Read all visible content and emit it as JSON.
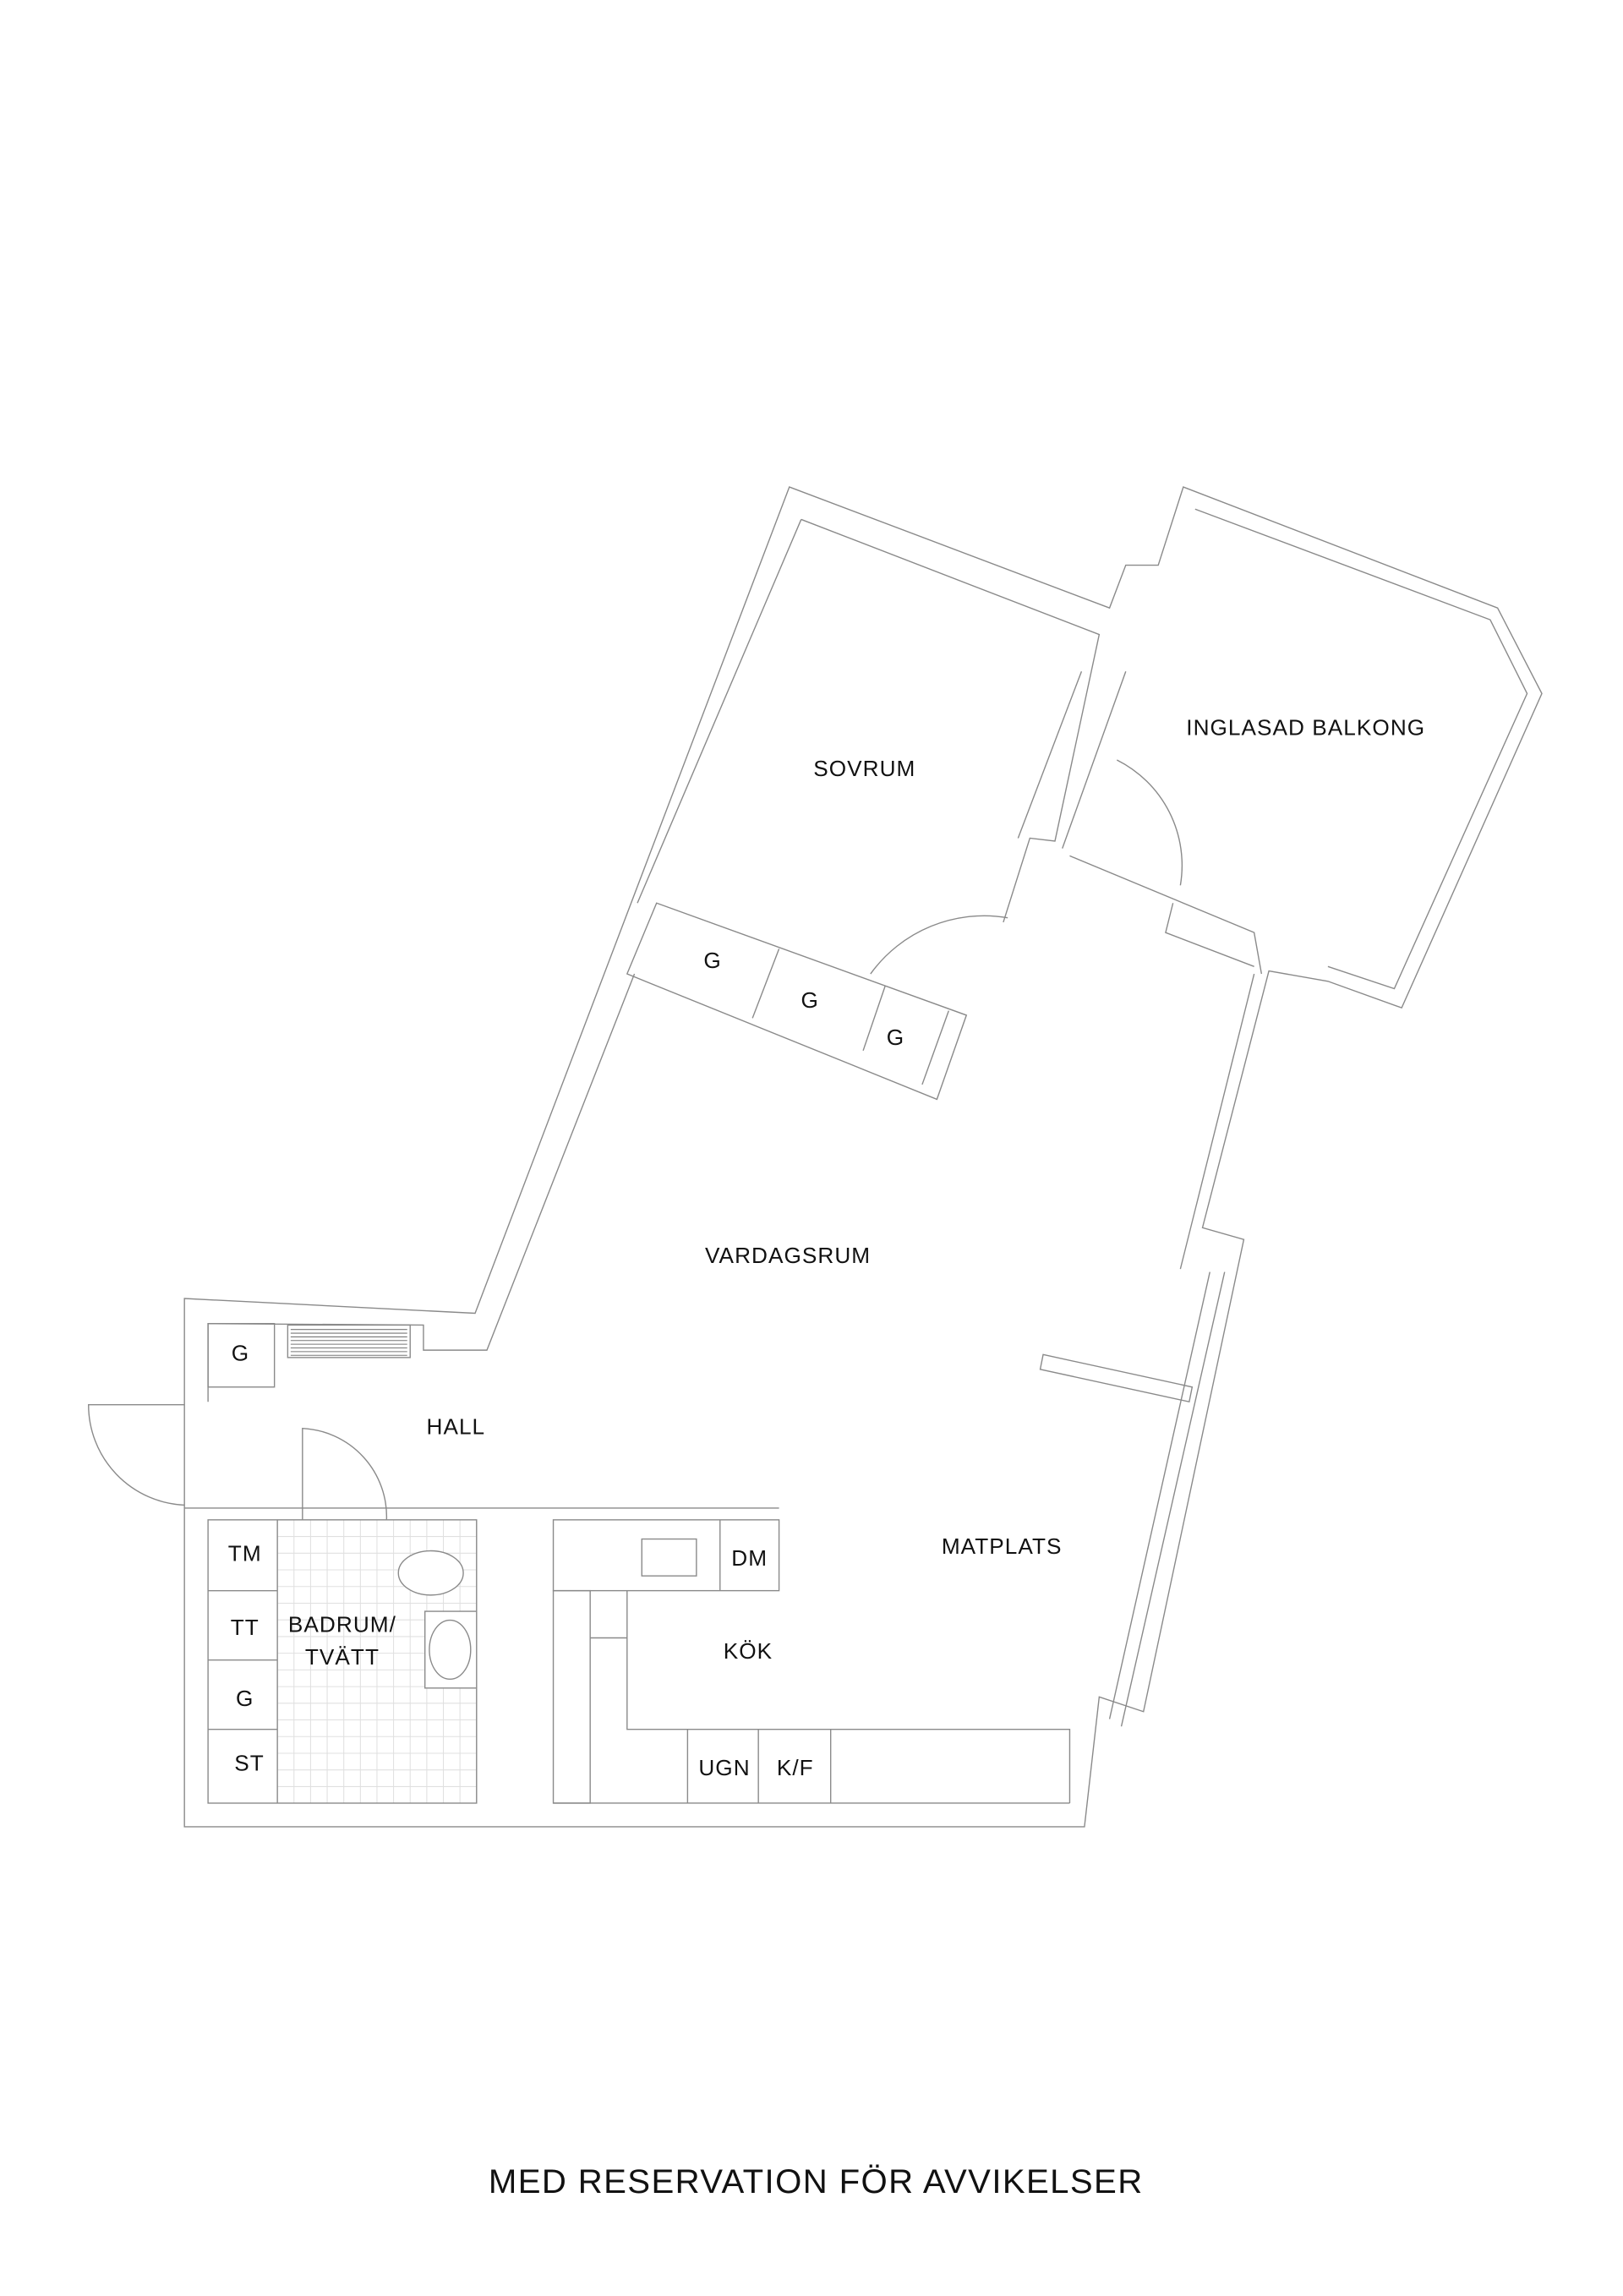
{
  "rooms": {
    "sovrum": "SOVRUM",
    "balcony": "INGLASAD BALKONG",
    "living": "VARDAGSRUM",
    "hall": "HALL",
    "dining": "MATPLATS",
    "kitchen": "KÖK",
    "bathroom_line1": "BADRUM/",
    "bathroom_line2": "TVÄTT"
  },
  "fixtures": {
    "wardrobe_1": "G",
    "wardrobe_2": "G",
    "wardrobe_3": "G",
    "hall_wardrobe": "G",
    "bath_tm": "TM",
    "bath_tt": "TT",
    "bath_g": "G",
    "bath_st": "ST",
    "dishwasher": "DM",
    "oven": "UGN",
    "fridge_freezer": "K/F"
  },
  "footer": "MED RESERVATION FÖR AVVIKELSER"
}
